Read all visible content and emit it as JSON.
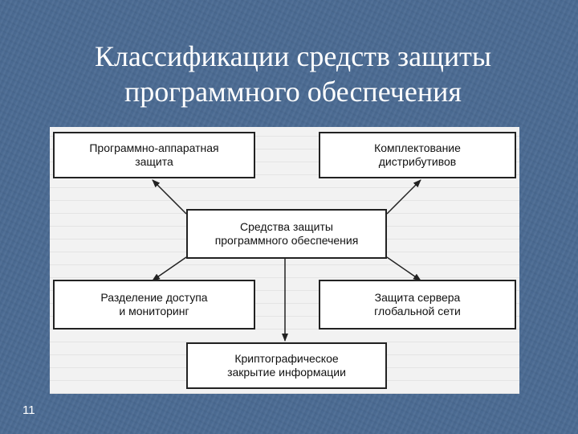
{
  "title": {
    "line1": "Классификации средств защиты",
    "line2": "программного обеспечения"
  },
  "diagram": {
    "center": {
      "line1": "Средства защиты",
      "line2": "программного обеспечения"
    },
    "top_left": {
      "line1": "Программно-аппаратная",
      "line2": "защита"
    },
    "top_right": {
      "line1": "Комплектование",
      "line2": "дистрибутивов"
    },
    "mid_left": {
      "line1": "Разделение доступа",
      "line2": "и мониторинг"
    },
    "mid_right": {
      "line1": "Защита сервера",
      "line2": "глобальной сети"
    },
    "bottom": {
      "line1": "Криптографическое",
      "line2": "закрытие информации"
    }
  },
  "slide_number": "11"
}
